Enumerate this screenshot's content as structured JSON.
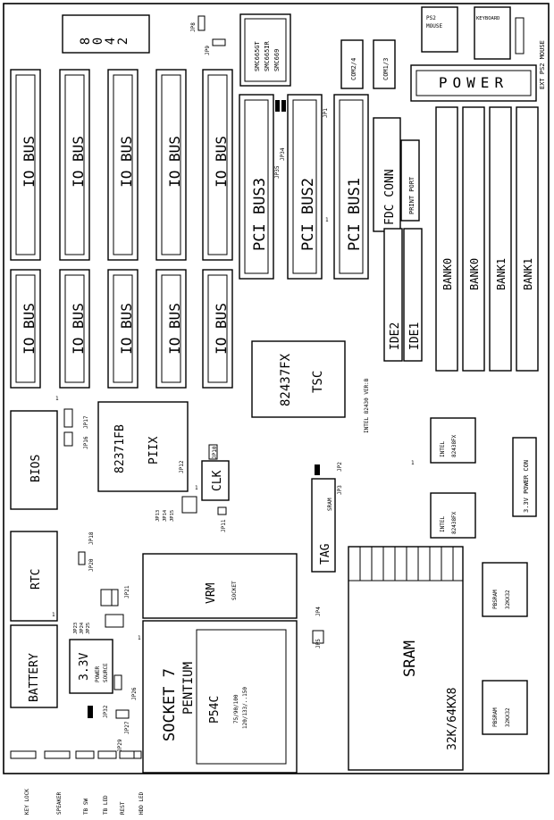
{
  "io_bus": "IO BUS",
  "pci_bus_3": "PCI BUS3",
  "pci_bus_2": "PCI BUS2",
  "pci_bus_1": "PCI BUS1",
  "fdc_conn": "FDC CONN",
  "print_port": "PRINT PORT",
  "com2": "COM2/4",
  "com1": "COM1/3",
  "smc_chips": [
    "SMC665GT",
    "SMC665IR",
    "SMC669"
  ],
  "ps2_mouse": [
    "PS2",
    "MOUSE"
  ],
  "keyboard": "KEYBOARD",
  "ext_ps2_mouse": "EXT PS2 MOUSE",
  "power": "POWER",
  "banks": [
    "BANK0",
    "BANK0",
    "BANK1",
    "BANK1"
  ],
  "ide2": "IDE2",
  "ide1": "IDE1",
  "chip_82437fx": "82437FX",
  "tsc": "TSC",
  "intel_82430": "INTEL 82430 VER:B",
  "intel_82438fx_1": [
    "INTEL",
    "82438FX"
  ],
  "intel_82438fx_2": [
    "INTEL",
    "82438FX"
  ],
  "power_con_33v": "3.3V POWER CON",
  "bios": "BIOS",
  "chip_82371fb": "82371FB",
  "piix": "PIIX",
  "clk": "CLK",
  "tag": "TAG",
  "sram_small": "SRAM",
  "rtc": "RTC",
  "vrm": "VRM",
  "vrm_socket": "SOCKET",
  "socket7": "SOCKET 7",
  "pentium": "PENTIUM",
  "cpu_name": "P54C",
  "cpu_speeds_1": "75/90/100",
  "cpu_speeds_2": "120/133/..150",
  "sram_big": "SRAM",
  "sram_size": "32K/64KX8",
  "pbsram": [
    "PBSRAM",
    "32KX32"
  ],
  "battery": "BATTERY",
  "power_source": [
    "3.3V",
    "POWER",
    "SOURCE"
  ],
  "dip_digits": [
    "8",
    "0",
    "4",
    "2"
  ],
  "jumpers": {
    "jp8": "JP8",
    "jp9": "JP9",
    "jp34": "JP34",
    "jp35": "JP35",
    "jp1": "JP1",
    "jp17": "JP17",
    "jp16": "JP16",
    "jp10": "JP10",
    "jp12": "JP12",
    "jp13": "JP13",
    "jp14": "JP14",
    "jp15": "JP15",
    "jp11": "JP11",
    "jp2": "JP2",
    "jp3": "JP3",
    "jp4": "JP4",
    "jp5": "JP5",
    "jp18": "JP18",
    "jp20": "JP20",
    "jp21": "JP21",
    "jp23": "JP23",
    "jp24": "JP24",
    "jp25": "JP25",
    "jp32": "JP32",
    "jp26": "JP26",
    "jp27": "JP27",
    "jp29": "JP29"
  },
  "front_panel": [
    "KEY LOCK",
    "SPEAKER",
    "TB SW",
    "TB LED",
    "REST",
    "HDD LED"
  ],
  "pin_one": "1"
}
